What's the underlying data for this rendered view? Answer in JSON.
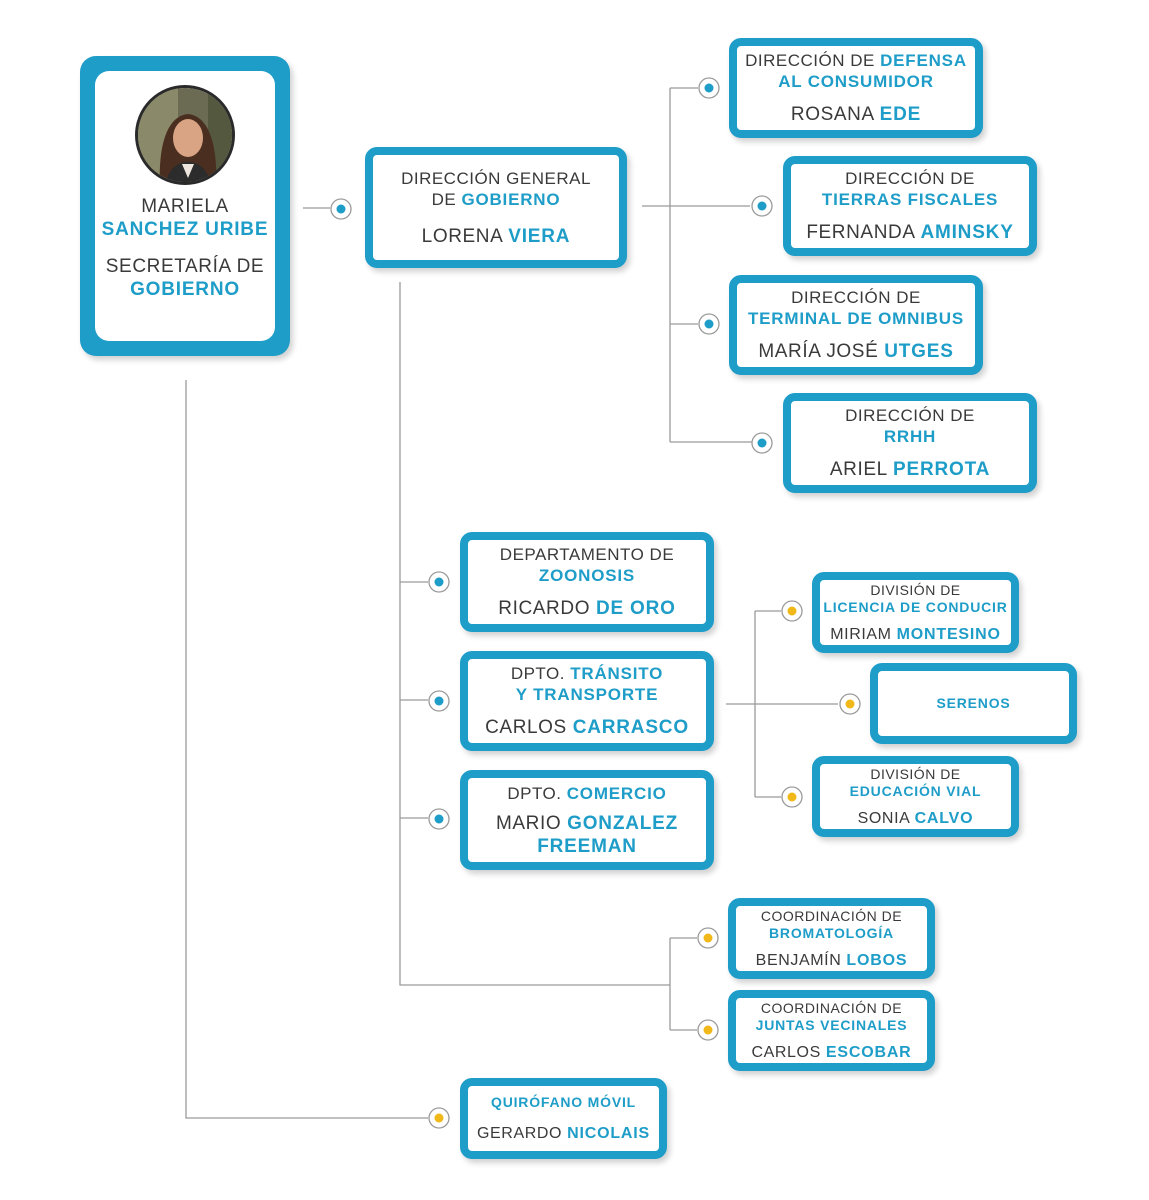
{
  "colors": {
    "accent": "#1e9dc8",
    "dot_blue": "#1e9dc8",
    "dot_yellow": "#f1b81a",
    "line": "#9a9a9a"
  },
  "root": {
    "name_line1": "MARIELA",
    "name_line2": "SANCHEZ URIBE",
    "role_line1": "SECRETARÍA DE",
    "role_line2": "GOBIERNO",
    "photo": "person-portrait"
  },
  "boxes": {
    "dg_gobierno": {
      "t1": "DIRECCIÓN GENERAL",
      "t2a": "DE ",
      "t2b": "GOBIERNO",
      "p1": "LORENA ",
      "p2": "VIERA"
    },
    "defensa": {
      "t1a": "DIRECCIÓN DE ",
      "t1b": "DEFENSA",
      "t2": "AL CONSUMIDOR",
      "p1": "ROSANA ",
      "p2": "EDE"
    },
    "tierras": {
      "t1": "DIRECCIÓN DE",
      "t2": "TIERRAS FISCALES",
      "p1": "FERNANDA ",
      "p2": "AMINSKY"
    },
    "terminal": {
      "t1": "DIRECCIÓN DE",
      "t2": "TERMINAL DE OMNIBUS",
      "p1": "MARÍA JOSÉ ",
      "p2": "UTGES"
    },
    "rrhh": {
      "t1": "DIRECCIÓN DE",
      "t2": "RRHH",
      "p1": "ARIEL ",
      "p2": "PERROTA"
    },
    "zoonosis": {
      "t1": "DEPARTAMENTO DE",
      "t2": "ZOONOSIS",
      "p1": "RICARDO ",
      "p2": "DE ORO"
    },
    "transito": {
      "t1a": "DPTO. ",
      "t1b": "TRÁNSITO",
      "t2": "Y TRANSPORTE",
      "p1": "CARLOS ",
      "p2": "CARRASCO"
    },
    "comercio": {
      "t1a": "DPTO. ",
      "t1b": "COMERCIO",
      "p1": "MARIO ",
      "p2": "GONZALEZ",
      "p3": "FREEMAN"
    },
    "licencia": {
      "t1": "DIVISIÓN DE",
      "t2": "LICENCIA DE CONDUCIR",
      "p1": "MIRIAM ",
      "p2": "MONTESINO"
    },
    "serenos": {
      "t1": "SERENOS"
    },
    "educacion": {
      "t1": "DIVISIÓN DE",
      "t2": "EDUCACIÓN VIAL",
      "p1": "SONIA ",
      "p2": "CALVO"
    },
    "bromatologia": {
      "t1": "COORDINACIÓN DE",
      "t2": "BROMATOLOGÍA",
      "p1": "BENJAMÍN ",
      "p2": "LOBOS"
    },
    "juntas": {
      "t1": "COORDINACIÓN DE",
      "t2": "JUNTAS VECINALES",
      "p1": "CARLOS ",
      "p2": "ESCOBAR"
    },
    "quirofano": {
      "t1": "QUIRÓFANO MÓVIL",
      "p1": "GERARDO ",
      "p2": "NICOLAIS"
    }
  }
}
